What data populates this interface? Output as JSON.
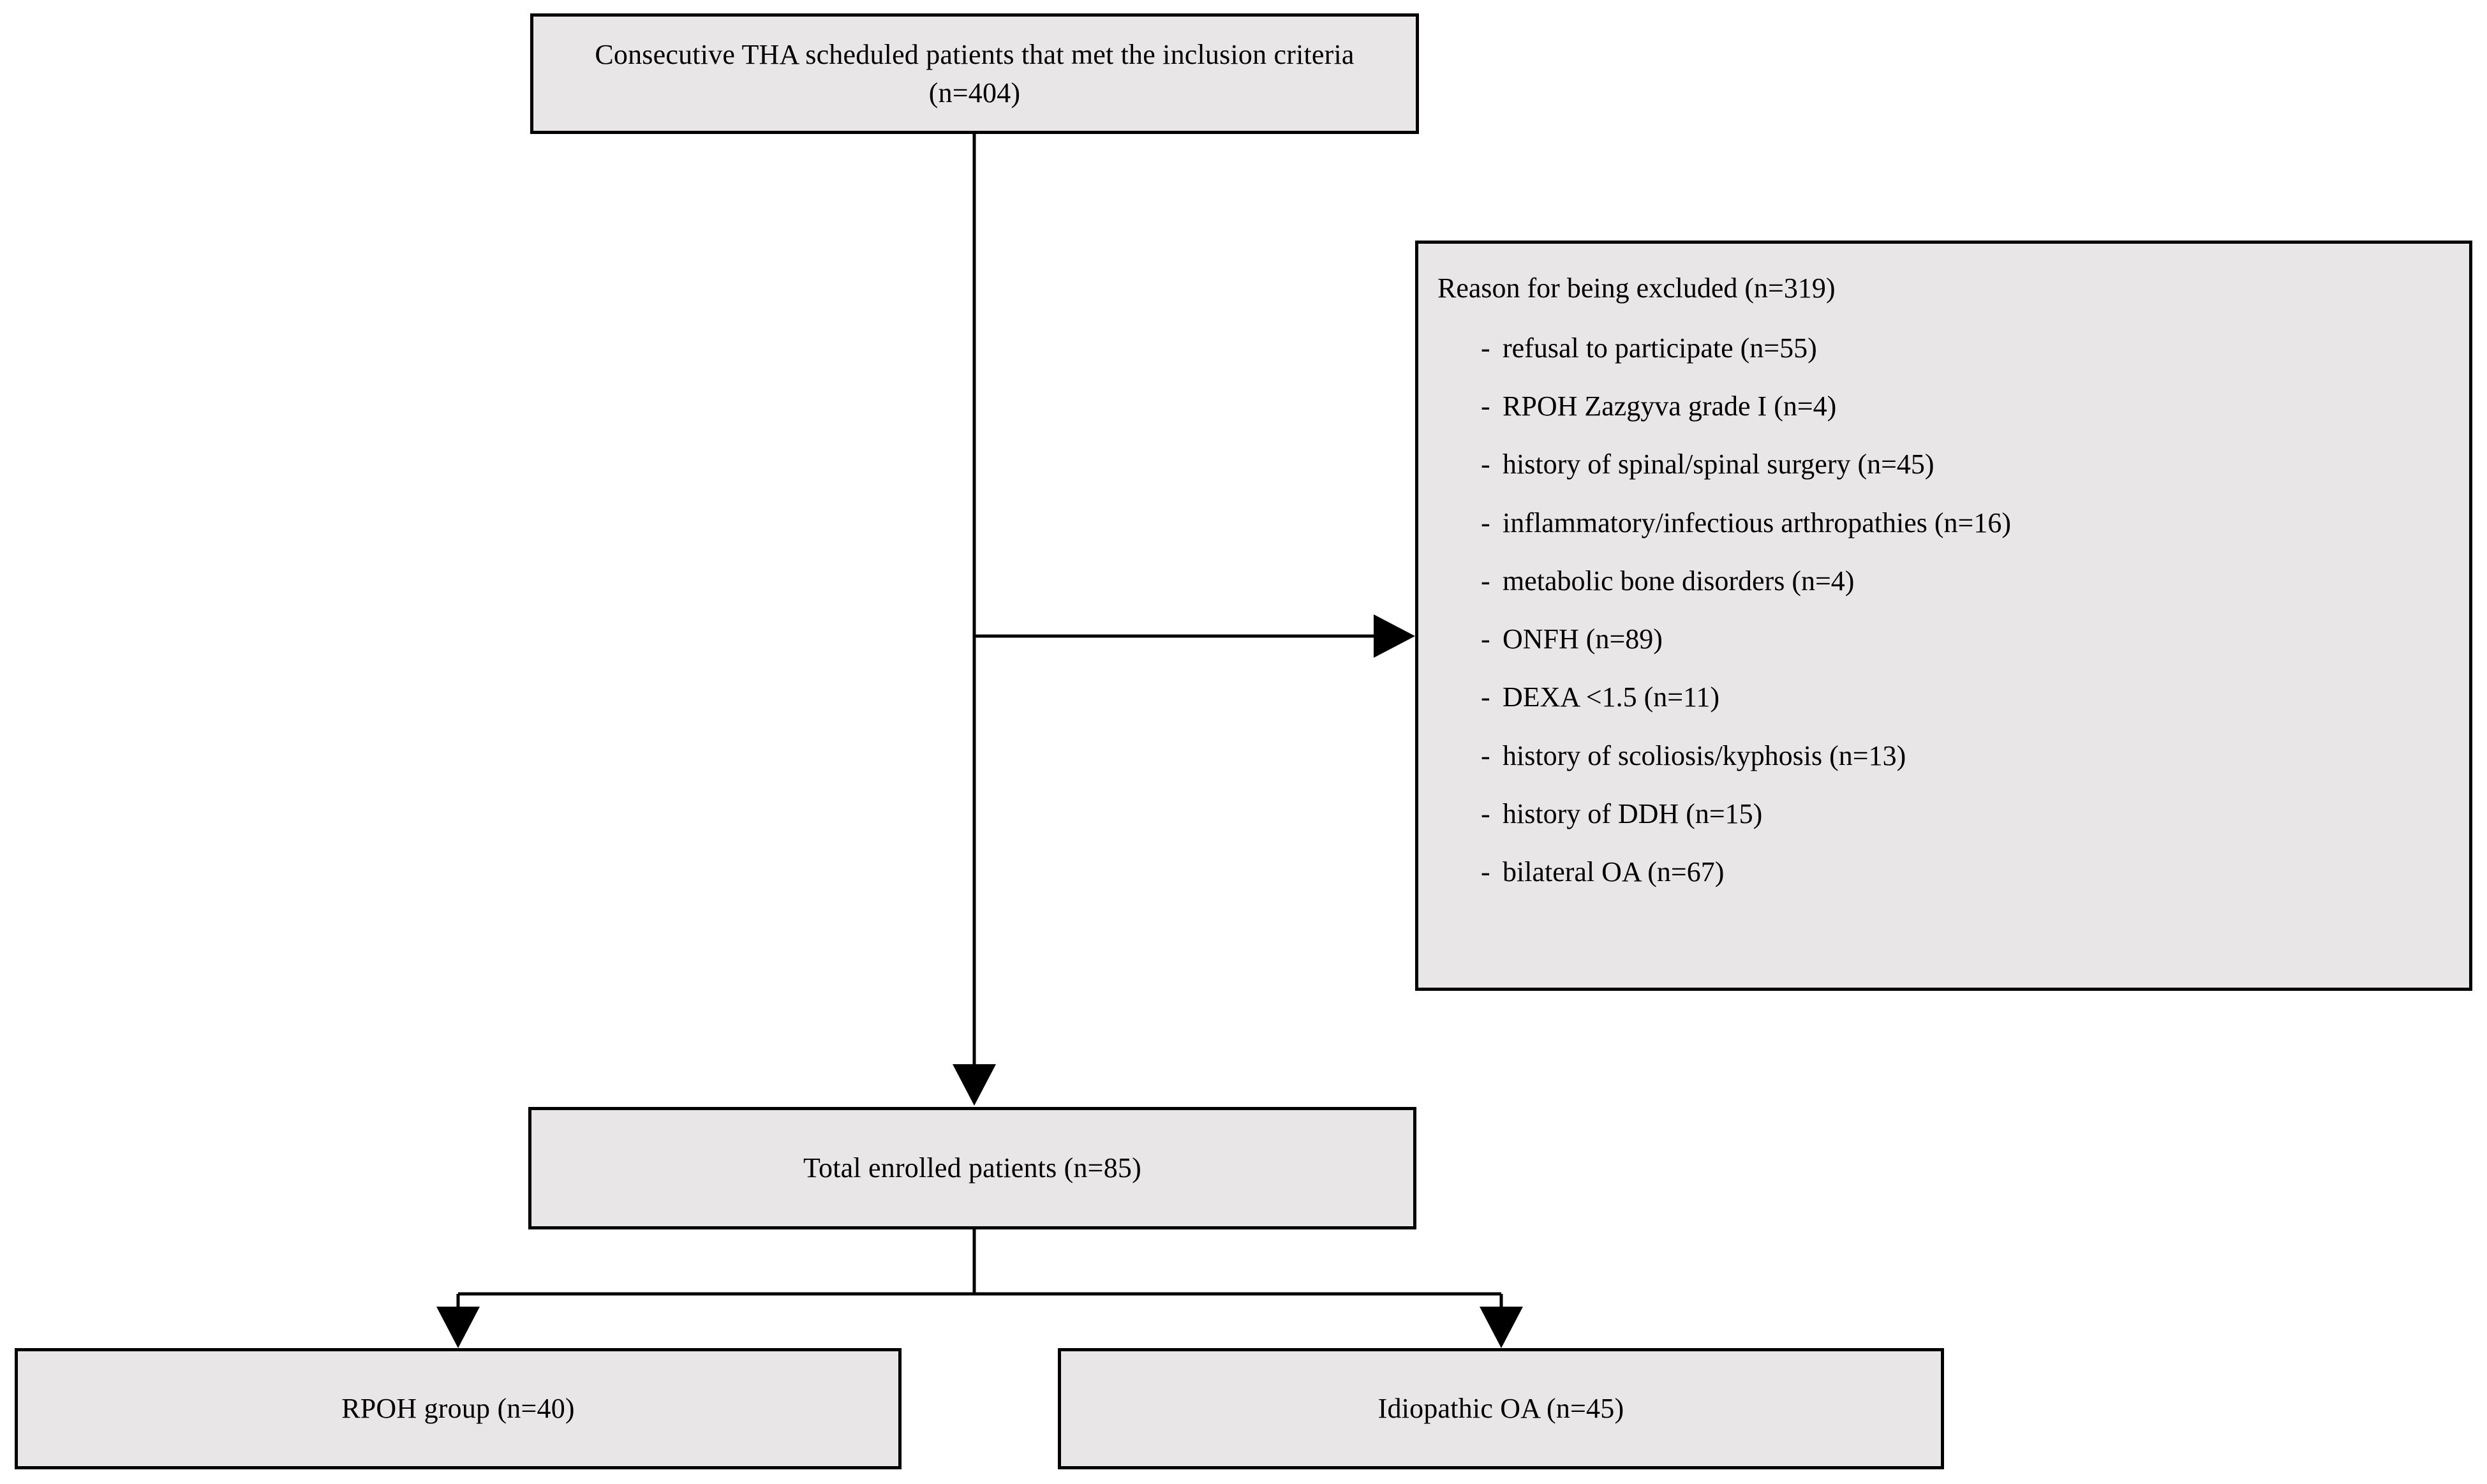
{
  "diagram": {
    "type": "patient-enrollment-flowchart",
    "colors": {
      "box_fill": "#e9e6e7",
      "box_border": "#000000",
      "connector": "#000000",
      "text": "#000000",
      "background": "#ffffff"
    }
  },
  "nodes": {
    "source": {
      "label": "Consecutive THA scheduled patients that met the inclusion criteria (n=404)",
      "count": 404
    },
    "exclusion": {
      "title": "Reason for being excluded (n=319)",
      "count": 319,
      "bullet": "-",
      "items": [
        {
          "label": "refusal to participate (n=55)",
          "count": 55
        },
        {
          "label": "RPOH Zazgyva grade I (n=4)",
          "count": 4
        },
        {
          "label": "history of spinal/spinal surgery (n=45)",
          "count": 45
        },
        {
          "label": "inflammatory/infectious arthropathies (n=16)",
          "count": 16
        },
        {
          "label": "metabolic bone disorders (n=4)",
          "count": 4
        },
        {
          "label": "ONFH (n=89)",
          "count": 89
        },
        {
          "label": "DEXA <1.5 (n=11)",
          "count": 11
        },
        {
          "label": "history of scoliosis/kyphosis (n=13)",
          "count": 13
        },
        {
          "label": "history of DDH (n=15)",
          "count": 15
        },
        {
          "label": "bilateral OA (n=67)",
          "count": 67
        }
      ]
    },
    "enrolled": {
      "label": "Total enrolled patients (n=85)",
      "count": 85
    },
    "group_rpoh": {
      "label": "RPOH group (n=40)",
      "count": 40
    },
    "group_oa": {
      "label": "Idiopathic OA (n=45)",
      "count": 45
    }
  },
  "edges": [
    {
      "name": "source-to-enrolled",
      "from": "source",
      "to": "enrolled",
      "arrow": "down"
    },
    {
      "name": "source-to-exclusion",
      "from": "source",
      "to": "exclusion",
      "arrow": "right"
    },
    {
      "name": "enrolled-to-rpoh",
      "from": "enrolled",
      "to": "group_rpoh",
      "arrow": "down"
    },
    {
      "name": "enrolled-to-oa",
      "from": "enrolled",
      "to": "group_oa",
      "arrow": "down"
    }
  ]
}
